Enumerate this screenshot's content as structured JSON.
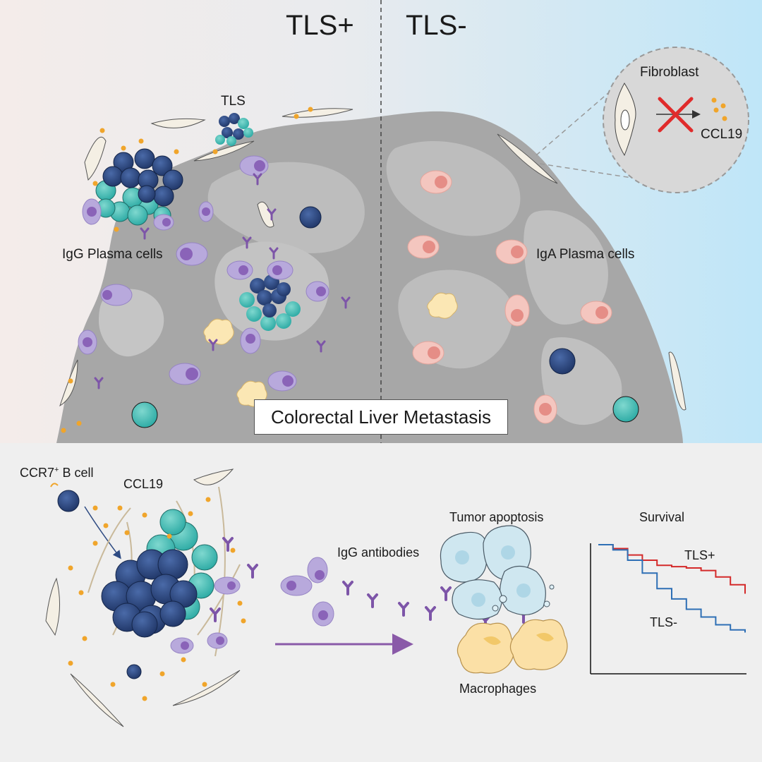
{
  "header": {
    "left_label": "TLS+",
    "right_label": "TLS-"
  },
  "top_panel": {
    "tls_label": "TLS",
    "igg_plasma_label": "IgG Plasma cells",
    "iga_plasma_label": "IgA Plasma cells",
    "tumor_label": "Colorectal Liver Metastasis",
    "inset": {
      "fibroblast_label": "Fibroblast",
      "chemokine_label": "CCL19"
    }
  },
  "bottom_panel": {
    "b_cell_label": "CCR7",
    "b_cell_sup": "+",
    "b_cell_suffix": " B cell",
    "ccl19_label": "CCL19",
    "antibodies_label": "IgG antibodies",
    "apoptosis_label": "Tumor  apoptosis",
    "macrophages_label": "Macrophages"
  },
  "survival_chart": {
    "title": "Survival",
    "legend": [
      "TLS+",
      "TLS-"
    ],
    "colors": {
      "TLS+": "#d42a2a",
      "TLS-": "#2e6fb5"
    }
  },
  "chart_data": {
    "type": "line",
    "title": "Survival",
    "xlabel": "",
    "ylabel": "",
    "x": [
      0,
      0.1,
      0.2,
      0.3,
      0.4,
      0.5,
      0.6,
      0.7,
      0.8,
      0.9,
      1.0
    ],
    "ylim": [
      0,
      1
    ],
    "series": [
      {
        "name": "TLS+",
        "values": [
          1.0,
          0.97,
          0.92,
          0.88,
          0.84,
          0.83,
          0.82,
          0.8,
          0.75,
          0.69,
          0.62
        ]
      },
      {
        "name": "TLS-",
        "values": [
          1.0,
          0.96,
          0.88,
          0.78,
          0.66,
          0.58,
          0.5,
          0.44,
          0.38,
          0.34,
          0.32
        ]
      }
    ]
  },
  "colors": {
    "plasma_igg": "#b3a4d6",
    "plasma_iga": "#f3c2bc",
    "b_cell": "#2d4a82",
    "tls_teal": "#3dbdb6",
    "fibroblast": "#f4efe4",
    "ccl19_dot": "#f0a52b",
    "tumor_gray": "#a9a9a9",
    "arrow_purple": "#8a5aa8"
  }
}
